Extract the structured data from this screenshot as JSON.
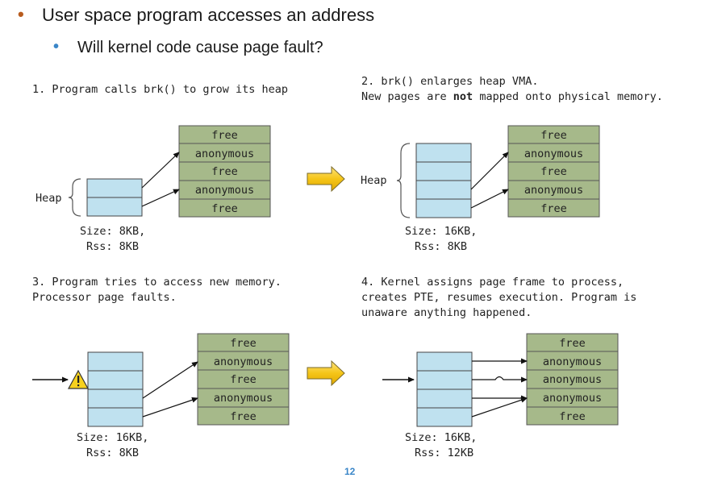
{
  "bullets": [
    {
      "text": "User space program accesses an address"
    },
    {
      "text": "Will kernel code cause page fault?"
    }
  ],
  "colors": {
    "phys_cell": "#a6b98a",
    "heap_cell": "#bfe1ef",
    "arrow_fill": "#f5c518",
    "bullet1": "#b85c1e",
    "bullet2": "#3a86c8"
  },
  "phys_labels": [
    "free",
    "anonymous",
    "free",
    "anonymous",
    "free"
  ],
  "phys_labels_step4": [
    "free",
    "anonymous",
    "anonymous",
    "anonymous",
    "free"
  ],
  "heap_label": "Heap",
  "steps": [
    {
      "caption": [
        "1. Program calls brk() to grow its heap"
      ],
      "size": "Size: 8KB,",
      "rss": "Rss: 8KB"
    },
    {
      "caption": [
        "2. brk() enlarges heap VMA.",
        "New pages are not mapped onto physical memory."
      ],
      "size": "Size: 16KB,",
      "rss": "Rss: 8KB"
    },
    {
      "caption": [
        "3. Program tries to access new memory.",
        "Processor page faults."
      ],
      "size": "Size: 16KB,",
      "rss": "Rss: 8KB"
    },
    {
      "caption": [
        "4. Kernel assigns page frame to process,",
        "creates PTE, resumes execution. Program is",
        "unaware anything happened."
      ],
      "size": "Size: 16KB,",
      "rss": "Rss: 12KB"
    }
  ],
  "page_number": "12"
}
